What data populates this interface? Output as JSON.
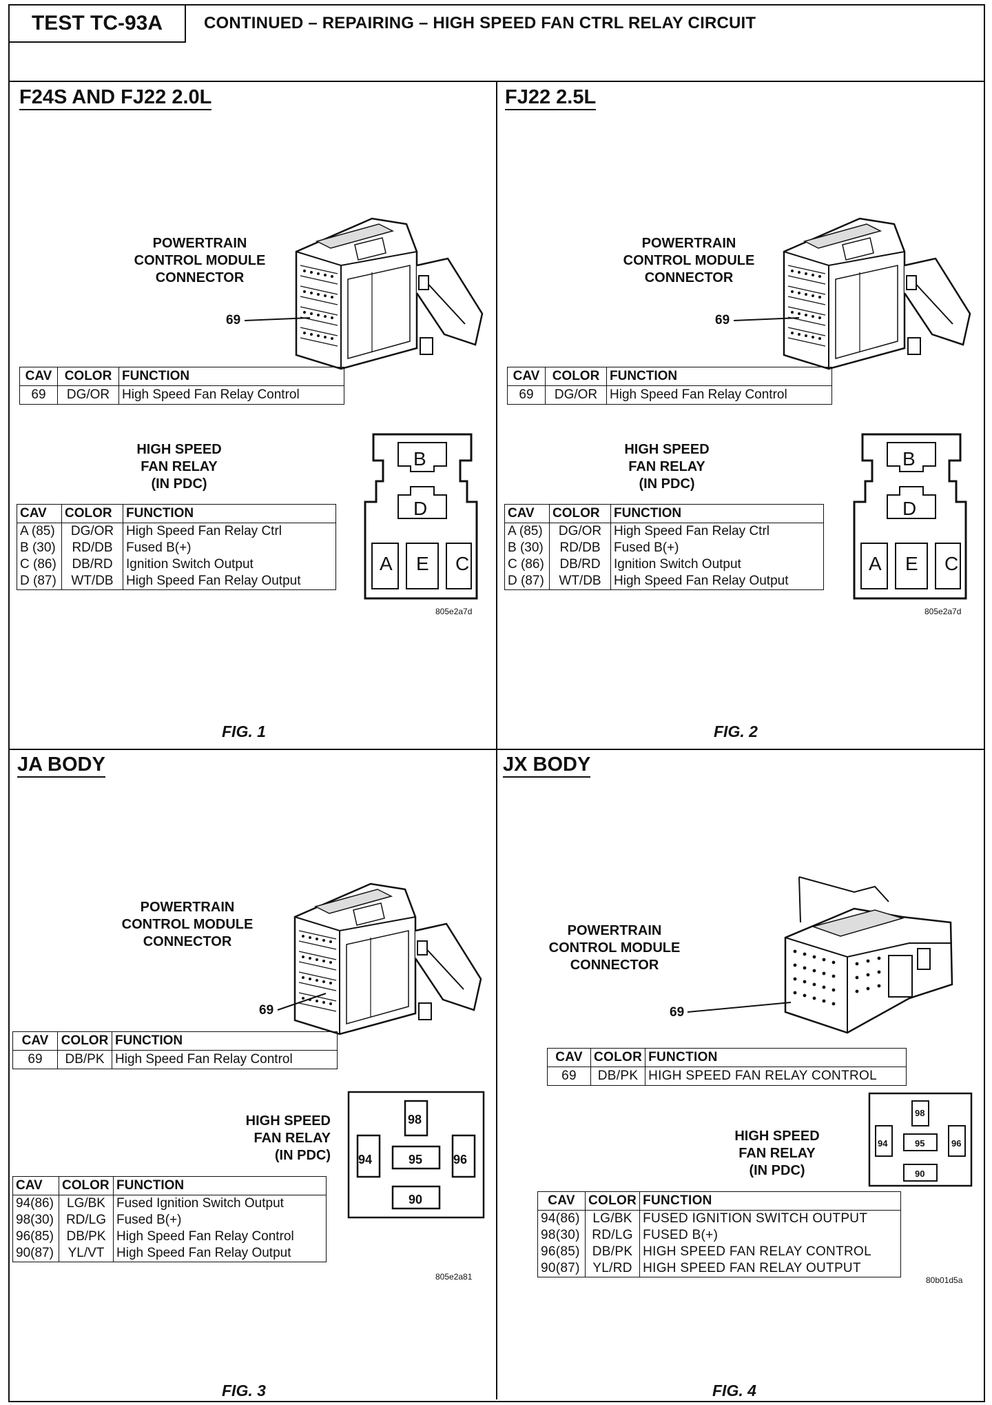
{
  "header": {
    "test_id": "TEST TC-93A",
    "title": "CONTINUED – REPAIRING – HIGH SPEED FAN CTRL RELAY CIRCUIT"
  },
  "pcm_label": [
    "POWERTRAIN",
    "CONTROL MODULE",
    "CONNECTOR"
  ],
  "relay_label": [
    "HIGH SPEED",
    "FAN RELAY",
    "(IN PDC)"
  ],
  "pin_callout": "69",
  "columns": {
    "cav": "CAV",
    "color": "COLOR",
    "function": "FUNCTION"
  },
  "panels": [
    {
      "title": "F24S AND FJ22 2.0L",
      "fig": "FIG. 1",
      "code": "805e2a7d",
      "pcm_rows": [
        {
          "cav": "69",
          "color": "DG/OR",
          "function": "High Speed Fan Relay Control"
        }
      ],
      "relay_rows": [
        {
          "cav": "A (85)",
          "color": "DG/OR",
          "function": "High Speed Fan Relay Ctrl"
        },
        {
          "cav": "B (30)",
          "color": "RD/DB",
          "function": "Fused B(+)"
        },
        {
          "cav": "C (86)",
          "color": "DB/RD",
          "function": "Ignition Switch Output"
        },
        {
          "cav": "D (87)",
          "color": "WT/DB",
          "function": "High Speed Fan Relay Output"
        }
      ],
      "relay_pins": [
        "B",
        "D",
        "A",
        "E",
        "C"
      ]
    },
    {
      "title": "FJ22 2.5L",
      "fig": "FIG. 2",
      "code": "805e2a7d",
      "pcm_rows": [
        {
          "cav": "69",
          "color": "DG/OR",
          "function": "High Speed Fan Relay Control"
        }
      ],
      "relay_rows": [
        {
          "cav": "A (85)",
          "color": "DG/OR",
          "function": "High Speed Fan Relay Ctrl"
        },
        {
          "cav": "B (30)",
          "color": "RD/DB",
          "function": "Fused B(+)"
        },
        {
          "cav": "C (86)",
          "color": "DB/RD",
          "function": "Ignition Switch Output"
        },
        {
          "cav": "D (87)",
          "color": "WT/DB",
          "function": "High Speed Fan Relay Output"
        }
      ],
      "relay_pins": [
        "B",
        "D",
        "A",
        "E",
        "C"
      ]
    },
    {
      "title": "JA BODY",
      "fig": "FIG. 3",
      "code": "805e2a81",
      "pcm_rows": [
        {
          "cav": "69",
          "color": "DB/PK",
          "function": "High Speed Fan Relay Control"
        }
      ],
      "relay_rows": [
        {
          "cav": "94(86)",
          "color": "LG/BK",
          "function": "Fused Ignition Switch Output"
        },
        {
          "cav": "98(30)",
          "color": "RD/LG",
          "function": "Fused B(+)"
        },
        {
          "cav": "96(85)",
          "color": "DB/PK",
          "function": "High Speed Fan Relay Control"
        },
        {
          "cav": "90(87)",
          "color": "YL/VT",
          "function": "High Speed Fan Relay Output"
        }
      ],
      "relay_pins": [
        "98",
        "94",
        "95",
        "96",
        "90"
      ]
    },
    {
      "title": "JX BODY",
      "fig": "FIG. 4",
      "code": "80b01d5a",
      "pcm_rows": [
        {
          "cav": "69",
          "color": "DB/PK",
          "function": "HIGH SPEED FAN RELAY CONTROL"
        }
      ],
      "relay_rows": [
        {
          "cav": "94(86)",
          "color": "LG/BK",
          "function": "FUSED IGNITION SWITCH OUTPUT"
        },
        {
          "cav": "98(30)",
          "color": "RD/LG",
          "function": "FUSED B(+)"
        },
        {
          "cav": "96(85)",
          "color": "DB/PK",
          "function": "HIGH SPEED FAN RELAY CONTROL"
        },
        {
          "cav": "90(87)",
          "color": "YL/RD",
          "function": "HIGH SPEED FAN RELAY OUTPUT"
        }
      ],
      "relay_pins": [
        "98",
        "94",
        "95",
        "96",
        "90"
      ]
    }
  ]
}
